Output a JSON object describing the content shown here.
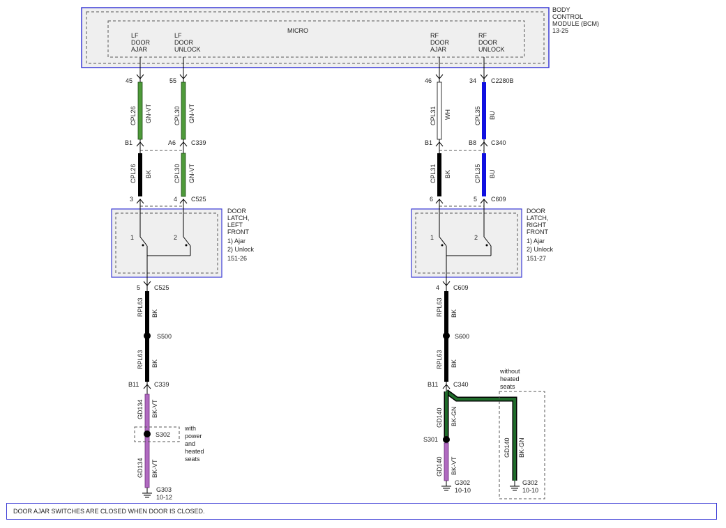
{
  "bcm": {
    "title_lines": [
      "BODY",
      "CONTROL",
      "MODULE (BCM)",
      "13-25"
    ],
    "micro_label": "MICRO",
    "pins": {
      "lf_ajar": [
        "LF",
        "DOOR",
        "AJAR"
      ],
      "lf_unlock": [
        "LF",
        "DOOR",
        "UNLOCK"
      ],
      "rf_ajar": [
        "RF",
        "DOOR",
        "AJAR"
      ],
      "rf_unlock": [
        "RF",
        "DOOR",
        "UNLOCK"
      ]
    }
  },
  "left": {
    "bcm_pin_ajar": "45",
    "bcm_pin_unlock": "55",
    "wire_top_ajar": {
      "circuit": "CPL26",
      "color": "GN-VT"
    },
    "wire_top_unlock": {
      "circuit": "CPL30",
      "color": "GN-VT"
    },
    "c339": {
      "pin_a": "B1",
      "pin_b": "A6",
      "name": "C339"
    },
    "wire_mid_ajar": {
      "circuit": "CPL26",
      "color": "BK"
    },
    "wire_mid_unlock": {
      "circuit": "CPL30",
      "color": "GN-VT"
    },
    "c525_top": {
      "pin_a": "3",
      "pin_b": "4",
      "name": "C525"
    },
    "latch_label": [
      "DOOR",
      "LATCH,",
      "LEFT",
      "FRONT",
      "1) Ajar",
      "2) Unlock",
      "151-26"
    ],
    "switch_1": "1",
    "switch_2": "2",
    "c525_bottom": {
      "pin": "5",
      "name": "C525"
    },
    "wire_rpl_1": {
      "circuit": "RPL63",
      "color": "BK"
    },
    "splice": "S500",
    "wire_rpl_2": {
      "circuit": "RPL63",
      "color": "BK"
    },
    "c339_bottom": {
      "pin": "B11",
      "name": "C339"
    },
    "wire_gd_1": {
      "circuit": "GD134",
      "color": "BK-VT"
    },
    "s302": "S302",
    "s302_note": [
      "with",
      "power",
      "and",
      "heated",
      "seats"
    ],
    "wire_gd_2": {
      "circuit": "GD134",
      "color": "BK-VT"
    },
    "ground": [
      "G303",
      "10-12"
    ]
  },
  "right": {
    "bcm_pin_ajar": "46",
    "bcm_pin_unlock": "34",
    "bcm_connector": "C2280B",
    "wire_top_ajar": {
      "circuit": "CPL31",
      "color": "WH"
    },
    "wire_top_unlock": {
      "circuit": "CPL35",
      "color": "BU"
    },
    "c340": {
      "pin_a": "B1",
      "pin_b": "B8",
      "name": "C340"
    },
    "wire_mid_ajar": {
      "circuit": "CPL31",
      "color": "BK"
    },
    "wire_mid_unlock": {
      "circuit": "CPL35",
      "color": "BU"
    },
    "c609_top": {
      "pin_a": "6",
      "pin_b": "5",
      "name": "C609"
    },
    "latch_label": [
      "DOOR",
      "LATCH,",
      "RIGHT",
      "FRONT",
      "1) Ajar",
      "2) Unlock",
      "151-27"
    ],
    "switch_1": "1",
    "switch_2": "2",
    "c609_bottom": {
      "pin": "4",
      "name": "C609"
    },
    "wire_rpl_1": {
      "circuit": "RPL63",
      "color": "BK"
    },
    "splice": "S600",
    "wire_rpl_2": {
      "circuit": "RPL63",
      "color": "BK"
    },
    "c340_bottom": {
      "pin": "B11",
      "name": "C340"
    },
    "wire_gd_1": {
      "circuit": "GD140",
      "color": "BK-GN"
    },
    "s301": "S301",
    "wire_gd_2": {
      "circuit": "GD140",
      "color": "BK-VT"
    },
    "ground_1": [
      "G302",
      "10-10"
    ],
    "alt_note": [
      "without",
      "heated",
      "seats"
    ],
    "wire_gd_alt": {
      "circuit": "GD140",
      "color": "BK-GN"
    },
    "ground_2": [
      "G302",
      "10-10"
    ]
  },
  "note": "DOOR AJAR SWITCHES ARE CLOSED WHEN DOOR IS CLOSED.",
  "colors": {
    "module_border": "#3a3ad6",
    "component_fill": "#efefef",
    "wire_gn_vt": "#4e9a3a",
    "wire_bk": "#000000",
    "wire_bu": "#1010e0",
    "wire_bk_vt": "#b06ac0",
    "wire_bk_gn": "#1f6b2a"
  }
}
